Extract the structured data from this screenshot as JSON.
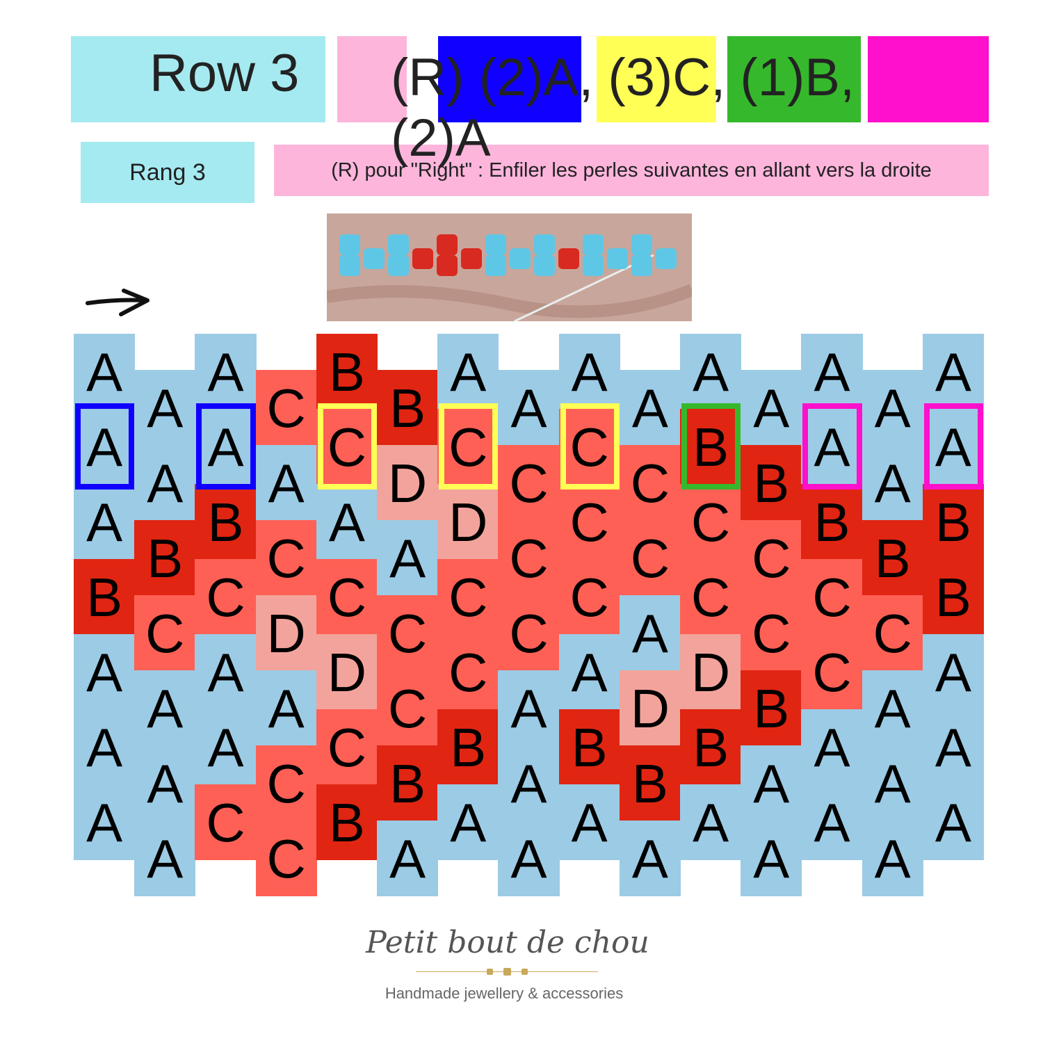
{
  "header": {
    "row_title": "Row 3",
    "instruction": "(R)   (2)A, (3)C, (1)B, (2)A",
    "rang_label": "Rang 3",
    "note": "(R) pour \"Right\" : Enfiler les perles suivantes en allant vers la droite"
  },
  "colors": {
    "cyan": "#a5eaf0",
    "pink": "#fdb5db",
    "blue": "#1000ff",
    "yellow": "#ffff55",
    "green": "#36b82c",
    "magenta": "#ff10cc",
    "bead_A": "#9ccbe5",
    "bead_B": "#e02512",
    "bead_C": "#ff6055",
    "bead_D": "#f2a49c"
  },
  "pattern": {
    "columns": [
      [
        "A",
        "A",
        "A",
        "B",
        "A",
        "A",
        "A"
      ],
      [
        "A",
        "A",
        "B",
        "C",
        "A",
        "A",
        "A"
      ],
      [
        "A",
        "A",
        "B",
        "C",
        "A",
        "A",
        "C"
      ],
      [
        "C",
        "A",
        "C",
        "D",
        "A",
        "C",
        "C"
      ],
      [
        "B",
        "C",
        "A",
        "C",
        "D",
        "C",
        "B"
      ],
      [
        "B",
        "D",
        "A",
        "C",
        "C",
        "B",
        "A"
      ],
      [
        "A",
        "C",
        "D",
        "C",
        "C",
        "B",
        "A"
      ],
      [
        "A",
        "C",
        "C",
        "C",
        "A",
        "A",
        "A"
      ],
      [
        "A",
        "C",
        "C",
        "C",
        "A",
        "B",
        "A"
      ],
      [
        "A",
        "C",
        "C",
        "A",
        "D",
        "B",
        "A"
      ],
      [
        "A",
        "B",
        "C",
        "C",
        "D",
        "B",
        "A"
      ],
      [
        "A",
        "B",
        "C",
        "C",
        "B",
        "A",
        "A"
      ],
      [
        "A",
        "A",
        "B",
        "C",
        "C",
        "A",
        "A"
      ],
      [
        "A",
        "A",
        "B",
        "C",
        "A",
        "A",
        "A"
      ],
      [
        "A",
        "A",
        "B",
        "B",
        "A",
        "A",
        "A"
      ]
    ],
    "highlights": [
      {
        "col": 0,
        "row": 1,
        "color": "blue"
      },
      {
        "col": 2,
        "row": 1,
        "color": "blue"
      },
      {
        "col": 4,
        "row": 1,
        "color": "yellow"
      },
      {
        "col": 6,
        "row": 1,
        "color": "yellow"
      },
      {
        "col": 8,
        "row": 1,
        "color": "yellow"
      },
      {
        "col": 10,
        "row": 1,
        "color": "green"
      },
      {
        "col": 12,
        "row": 1,
        "color": "magenta"
      },
      {
        "col": 14,
        "row": 1,
        "color": "magenta"
      }
    ]
  },
  "logo": {
    "title": "Petit bout de chou",
    "subtitle": "Handmade jewellery & accessories"
  }
}
